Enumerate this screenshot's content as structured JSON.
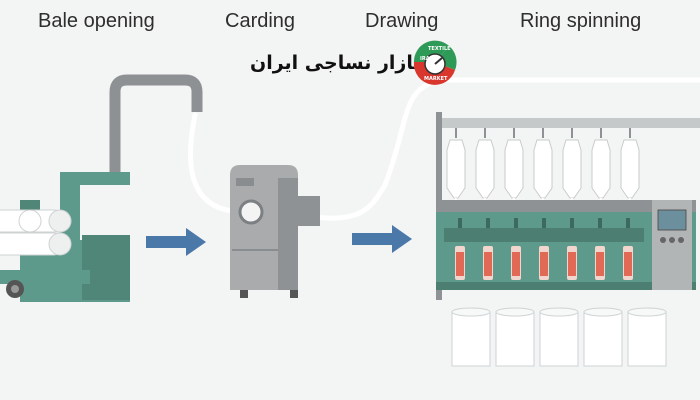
{
  "stages": [
    {
      "label": "Bale opening"
    },
    {
      "label": "Carding"
    },
    {
      "label": "Drawing"
    },
    {
      "label": "Ring spinning"
    }
  ],
  "brand": {
    "text": "بازار نساجی ایران",
    "logo_lines": [
      "IRAN",
      "TEXTILE",
      "MARKET"
    ],
    "colors": {
      "green": "#2e9a57",
      "red": "#d9372e",
      "dark": "#333333"
    }
  },
  "colors": {
    "machine_teal": "#5e9a8c",
    "machine_gray": "#a9abad",
    "duct": "#8e9193",
    "arrow": "#4a78a8",
    "background": "#f3f4f4"
  }
}
